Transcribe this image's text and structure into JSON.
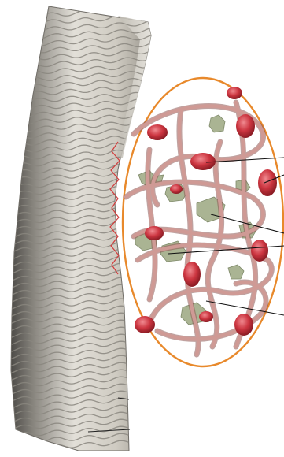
{
  "diagram": {
    "labels": [],
    "colors": {
      "strip_light": "#e6e3dc",
      "strip_mid": "#b9b5ab",
      "strip_dark": "#5c5a55",
      "wave_line": "#8a877f",
      "ellipse_stroke": "#e8892b",
      "break_line": "#d23b3b",
      "strand": "#c98b86",
      "strand_dark": "#8e5753",
      "knot": "#c7323a",
      "knot_highlight": "#ef7d83",
      "patch": "#aab493",
      "patch_dark": "#7f8a6a",
      "leader_line": "#111111"
    },
    "icons": {
      "strip": "curved-layer-strip",
      "zoom": "zoom-ellipse",
      "strands": "looped-strands",
      "knots": "red-knots",
      "patches": "green-patches"
    }
  }
}
